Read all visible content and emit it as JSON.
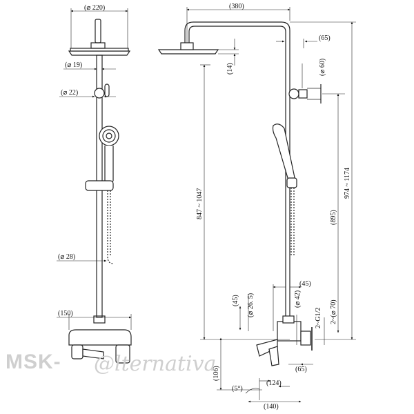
{
  "dimensions": {
    "d_head": "(⌀ 220)",
    "d_arm_pipe": "(⌀ 19)",
    "d_slider": "(⌀ 22)",
    "d_hose": "(⌀ 28)",
    "w_mixer_front": "(150)",
    "reach_arm": "(380)",
    "offset_65_top": "(65)",
    "head_thick": "(14)",
    "d_wall_bracket": "(⌀ 60)",
    "rail_range": "847 ~ 1047",
    "total_range": "974 ~ 1174",
    "bracket_height": "(895)",
    "offset_45": "(45)",
    "v_45": "(45)",
    "d_265": "(⌀ 26. 5)",
    "d_42": "(⌀ 42)",
    "conn": "2~G1/2",
    "d_70": "2~(⌀ 70)",
    "offset_65_bottom": "(65)",
    "h_106": "(106)",
    "angle_5": "(5°)",
    "d_124": "(124)",
    "d_140": "(140)"
  },
  "watermark": {
    "brand": "MSK-",
    "script": "@lternativa"
  }
}
